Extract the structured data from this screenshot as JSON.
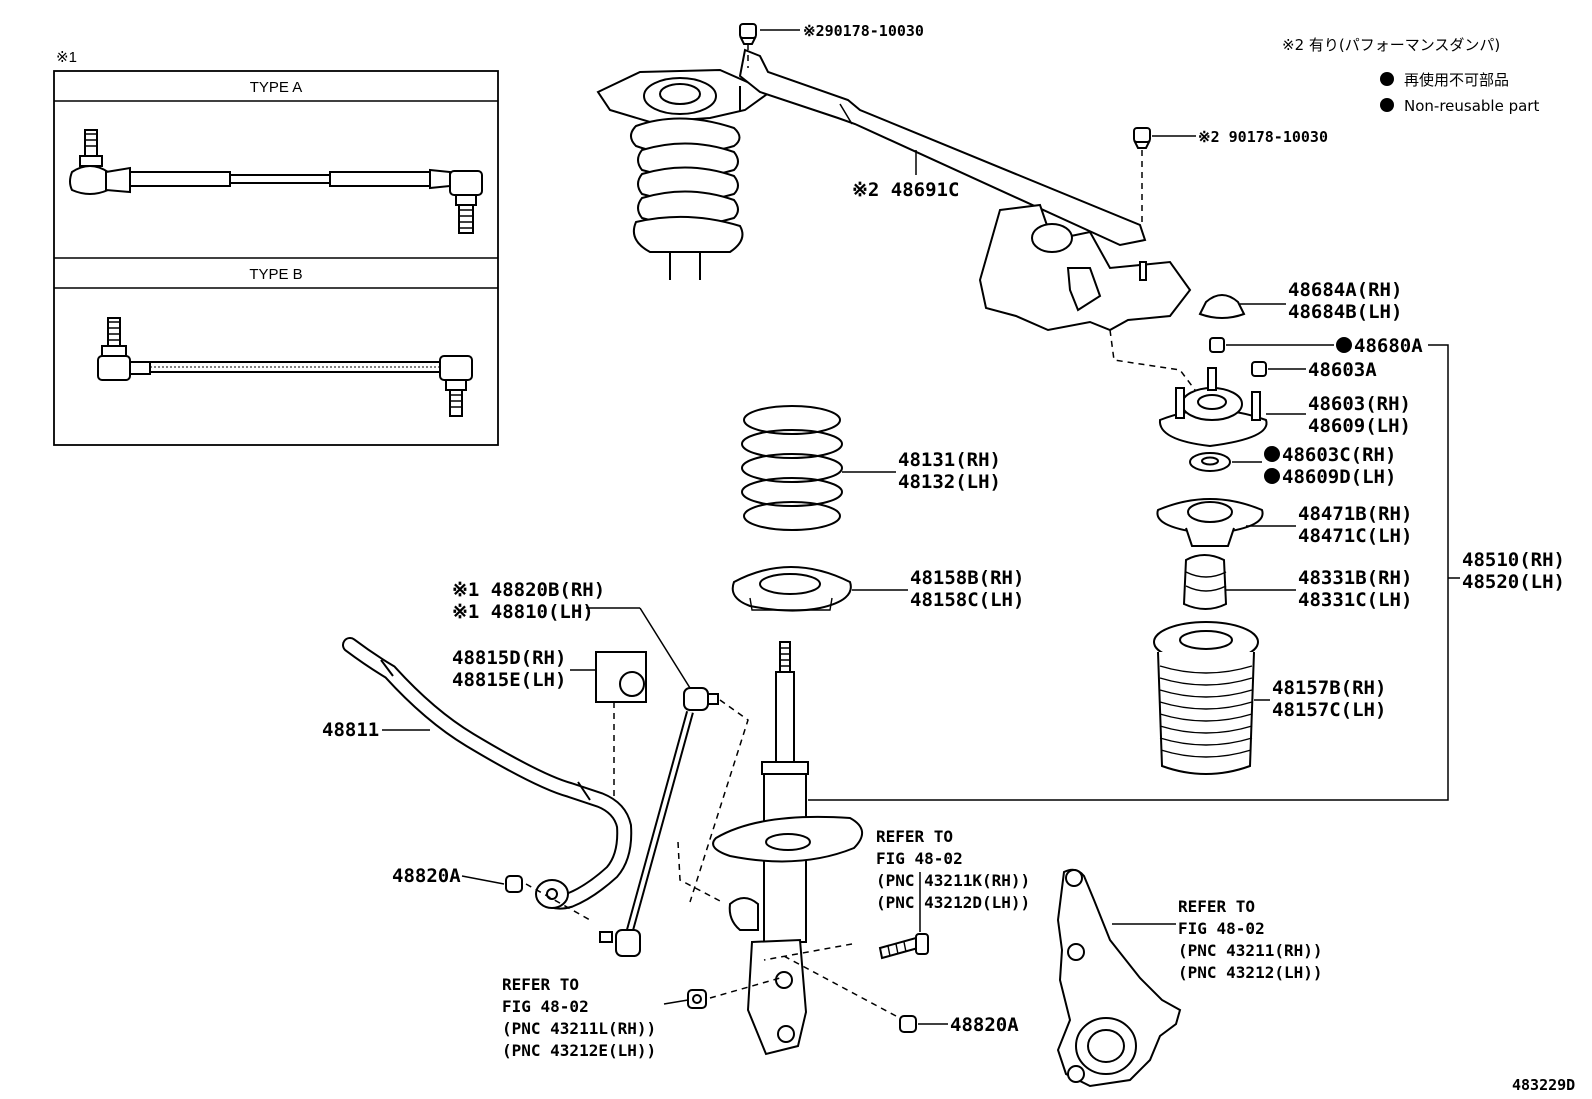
{
  "inset": {
    "mark": "※1",
    "type_a": "TYPE A",
    "type_b": "TYPE B"
  },
  "legend": {
    "note": "※2  有り(パフォーマンスダンパ)",
    "item_jp": "再使用不可部品",
    "item_en": "Non-reusable part",
    "marker_color": "#000000"
  },
  "labels": {
    "damper_nut_top": "※290178-10030",
    "damper_nut_right": "※2 90178-10030",
    "damper": "※2 48691C",
    "cap_rh": "48684A(RH)",
    "cap_lh": "48684B(LH)",
    "nut_48680a": "48680A",
    "nut_48603a": "48603A",
    "support_rh": "48603(RH)",
    "support_lh": "48609(LH)",
    "washer_rh": "48603C(RH)",
    "washer_lh": "48609D(LH)",
    "spring_rh": "48131(RH)",
    "spring_lh": "48132(LH)",
    "seat_upper_rh": "48471B(RH)",
    "seat_upper_lh": "48471C(LH)",
    "bumper_rh": "48331B(RH)",
    "bumper_lh": "48331C(LH)",
    "insulator_rh": "48158B(RH)",
    "insulator_lh": "48158C(LH)",
    "link_rh": "※1 48820B(RH)",
    "link_lh": "※1 48810(LH)",
    "bushing_rh": "48815D(RH)",
    "bushing_lh": "48815E(LH)",
    "stabilizer_bar": "48811",
    "boot_rh": "48157B(RH)",
    "boot_lh": "48157C(LH)",
    "strut_rh": "48510(RH)",
    "strut_lh": "48520(LH)",
    "nut_48820a_left": "48820A",
    "nut_48820a_right": "48820A",
    "drawing_no": "483229D"
  },
  "refs": {
    "bolt": {
      "line1": "REFER TO",
      "line2": "FIG 48-02",
      "line3": "(PNC 43211K(RH))",
      "line4": "(PNC 43212D(LH))"
    },
    "knuckle": {
      "line1": "REFER TO",
      "line2": "FIG 48-02",
      "line3": "(PNC 43211(RH))",
      "line4": "(PNC 43212(LH))"
    },
    "nut": {
      "line1": "REFER TO",
      "line2": "FIG 48-02",
      "line3": "(PNC 43211L(RH))",
      "line4": "(PNC 43212E(LH))"
    }
  }
}
